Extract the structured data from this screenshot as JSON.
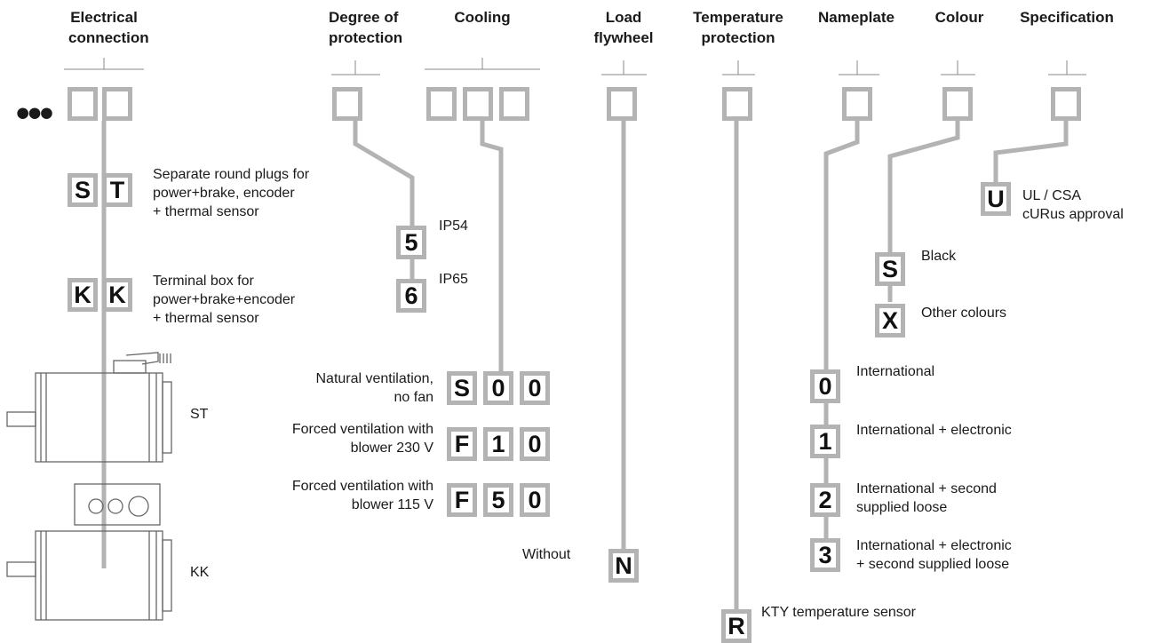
{
  "headers": {
    "electrical": [
      "Electrical",
      "connection"
    ],
    "degree": [
      "Degree of",
      "protection"
    ],
    "cooling": [
      "Cooling"
    ],
    "load": [
      "Load",
      "flywheel"
    ],
    "temperature": [
      "Temperature",
      "protection"
    ],
    "nameplate": [
      "Nameplate"
    ],
    "colour": [
      "Colour"
    ],
    "specification": [
      "Specification"
    ]
  },
  "prefix": "•••",
  "electrical": {
    "options": [
      {
        "code": [
          "S",
          "T"
        ],
        "text": [
          "Separate round plugs for",
          "power+brake, encoder",
          "+ thermal sensor"
        ]
      },
      {
        "code": [
          "K",
          "K"
        ],
        "text": [
          "Terminal box for",
          "power+brake+encoder",
          "+ thermal sensor"
        ]
      }
    ],
    "illustrations": [
      {
        "label": "ST",
        "icon": "motor-with-round-plugs"
      },
      {
        "label": "KK",
        "icon": "motor-with-terminal-box"
      }
    ]
  },
  "degree": {
    "options": [
      {
        "code": "5",
        "text": "IP54"
      },
      {
        "code": "6",
        "text": "IP65"
      }
    ]
  },
  "cooling": {
    "options": [
      {
        "code": [
          "S",
          "0",
          "0"
        ],
        "text": [
          "Natural ventilation,",
          "no fan"
        ]
      },
      {
        "code": [
          "F",
          "1",
          "0"
        ],
        "text": [
          "Forced ventilation with",
          "blower 230 V"
        ]
      },
      {
        "code": [
          "F",
          "5",
          "0"
        ],
        "text": [
          "Forced ventilation with",
          "blower 115 V"
        ]
      }
    ]
  },
  "load": {
    "options": [
      {
        "code": "N",
        "text": "Without"
      }
    ]
  },
  "temperature": {
    "options": [
      {
        "code": "R",
        "text": "KTY temperature sensor"
      }
    ]
  },
  "nameplate": {
    "options": [
      {
        "code": "0",
        "text": [
          "International"
        ]
      },
      {
        "code": "1",
        "text": [
          "International + electronic"
        ]
      },
      {
        "code": "2",
        "text": [
          "International + second",
          "supplied loose"
        ]
      },
      {
        "code": "3",
        "text": [
          "International + electronic",
          "+ second supplied loose"
        ]
      }
    ]
  },
  "colour": {
    "options": [
      {
        "code": "S",
        "text": "Black"
      },
      {
        "code": "X",
        "text": "Other colours"
      }
    ]
  },
  "specification": {
    "options": [
      {
        "code": "U",
        "text": [
          "UL / CSA",
          "cURus approval"
        ]
      }
    ]
  },
  "colors": {
    "line": "#b3b3b3",
    "text": "#1a1a1a",
    "bracket": "#888888",
    "motor": "#666666"
  }
}
